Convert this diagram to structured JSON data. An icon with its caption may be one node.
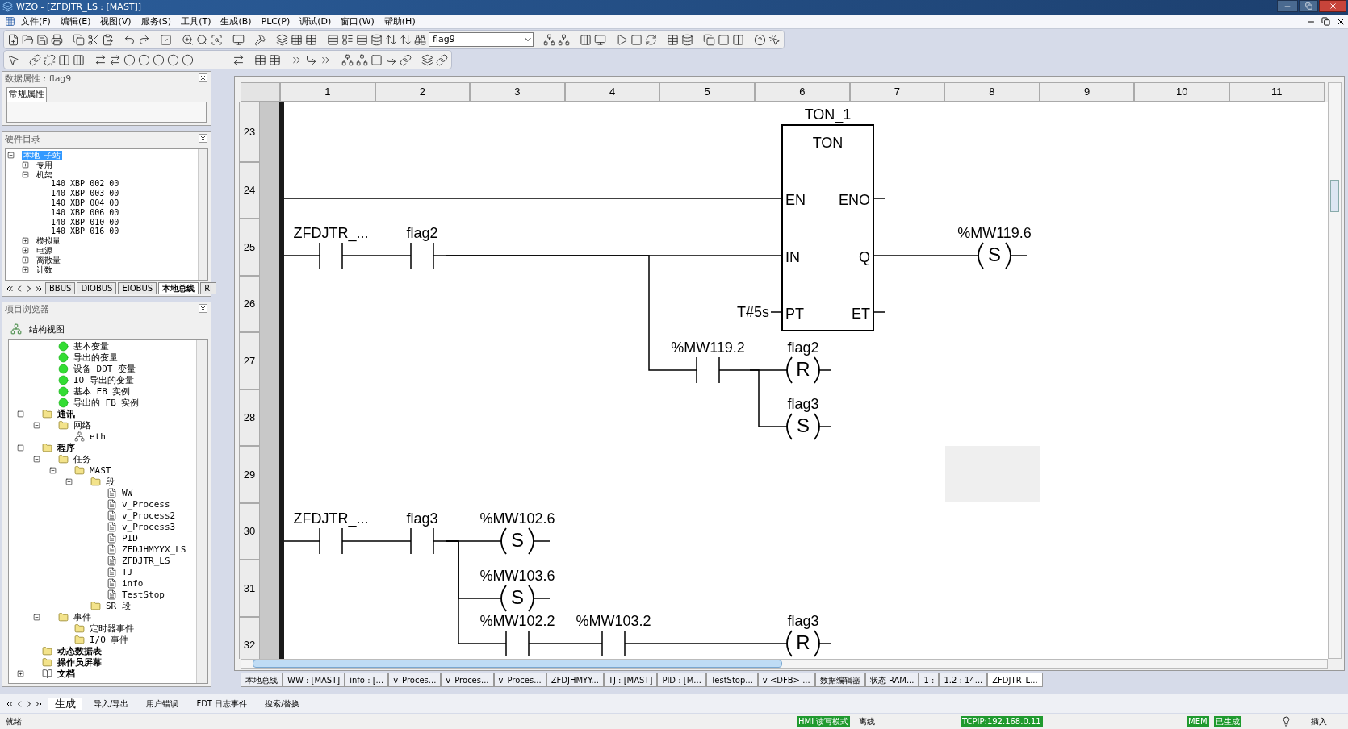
{
  "diagram": {
    "nodes": [
      {
        "text": [],
        "shape": "bar"
      },
      {
        "text": [
          "ZFDJTR_..."
        ]
      },
      {
        "text": [
          "flag2"
        ]
      },
      {
        "text": [
          "TON_1",
          "TON",
          "EN",
          "ENO",
          "IN",
          "Q",
          "PT",
          "ET"
        ],
        "beside": [
          "T#5s"
        ]
      },
      {
        "text": [
          "%MW119.6",
          "S"
        ]
      },
      {
        "text": [
          "%MW119.2"
        ]
      },
      {
        "text": [
          "flag2",
          "R"
        ]
      },
      {
        "text": [
          "flag3",
          "S"
        ]
      },
      {
        "text": [
          "ZFDJTR_..."
        ]
      },
      {
        "text": [
          "flag3"
        ]
      },
      {
        "text": [
          "%MW102.6",
          "S"
        ]
      },
      {
        "text": [
          "%MW103.6",
          "S"
        ]
      },
      {
        "text": [
          "%MW102.2"
        ]
      },
      {
        "text": [
          "%MW103.2"
        ]
      },
      {
        "text": [
          "flag3",
          "R"
        ]
      }
    ],
    "edges": [
      {
        "from": 0,
        "to": 3,
        "arrow": "none"
      },
      {
        "from": 0,
        "to": 1,
        "arrow": "none"
      },
      {
        "from": 1,
        "to": 2,
        "arrow": "none"
      },
      {
        "from": 2,
        "to": 3,
        "arrow": "none"
      },
      {
        "from": 2,
        "to": 5,
        "arrow": "none"
      },
      {
        "from": 3,
        "to": 4,
        "arrow": "none"
      },
      {
        "from": 5,
        "to": 6,
        "arrow": "none"
      },
      {
        "from": 5,
        "to": 7,
        "arrow": "none"
      },
      {
        "from": 0,
        "to": 8,
        "arrow": "none"
      },
      {
        "from": 8,
        "to": 9,
        "arrow": "none"
      },
      {
        "from": 9,
        "to": 10,
        "arrow": "none"
      },
      {
        "from": 9,
        "to": 11,
        "arrow": "none"
      },
      {
        "from": 9,
        "to": 12,
        "arrow": "none"
      },
      {
        "from": 12,
        "to": 13,
        "arrow": "none"
      },
      {
        "from": 13,
        "to": 14,
        "arrow": "none"
      }
    ],
    "labels": [
      "WZQ - [ZFDJTR_LS : [MAST]]",
      "文件(F)",
      "编辑(E)",
      "视图(V)",
      "服务(S)",
      "工具(T)",
      "生成(B)",
      "PLC(P)",
      "调试(D)",
      "窗口(W)",
      "帮助(H)",
      "flag9",
      "数据属性 : flag9",
      "常规属性",
      "硬件目录",
      "本地 子站",
      "专用",
      "机架",
      "140 XBP 002 00",
      "140 XBP 003 00",
      "140 XBP 004 00",
      "140 XBP 006 00",
      "140 XBP 010 00",
      "140 XBP 016 00",
      "模拟量",
      "电源",
      "离散量",
      "计数",
      "BBUS",
      "DIOBUS",
      "EIOBUS",
      "本地总线",
      "RI",
      "项目浏览器",
      "结构视图",
      "基本变量",
      "导出的变量",
      "设备 DDT 变量",
      "IO 导出的变量",
      "基本 FB 实例",
      "导出的 FB 实例",
      "通讯",
      "网络",
      "eth",
      "程序",
      "任务",
      "MAST",
      "段",
      "WW",
      "v_Process",
      "v_Process2",
      "v_Process3",
      "PID",
      "ZFDJHMYYX_LS",
      "ZFDJTR_LS",
      "TJ",
      "info",
      "TestStop",
      "SR 段",
      "事件",
      "定时器事件",
      "I/O 事件",
      "动态数据表",
      "操作员屏幕",
      "文档",
      "1",
      "2",
      "3",
      "4",
      "5",
      "6",
      "7",
      "8",
      "9",
      "10",
      "11",
      "23",
      "24",
      "25",
      "26",
      "27",
      "28",
      "29",
      "30",
      "31",
      "32",
      "本地总线",
      "WW : [MAST]",
      "info : [...",
      "v_Proces...",
      "v_Proces...",
      "v_Proces...",
      "ZFDJHMYY...",
      "TJ : [MAST]",
      "PID : [M...",
      "TestStop...",
      "v <DFB> ...",
      "数据编辑器",
      "状态 RAM...",
      "1 :",
      "1.2 : 14...",
      "ZFDJTR_L...",
      "生成",
      "导入/导出",
      "用户错误",
      "FDT 日志事件",
      "搜索/替换",
      "就绪",
      "HMI 读写模式",
      "离线",
      "TCPIP:192.168.0.11",
      "MEM",
      "已生成",
      "插入"
    ]
  }
}
